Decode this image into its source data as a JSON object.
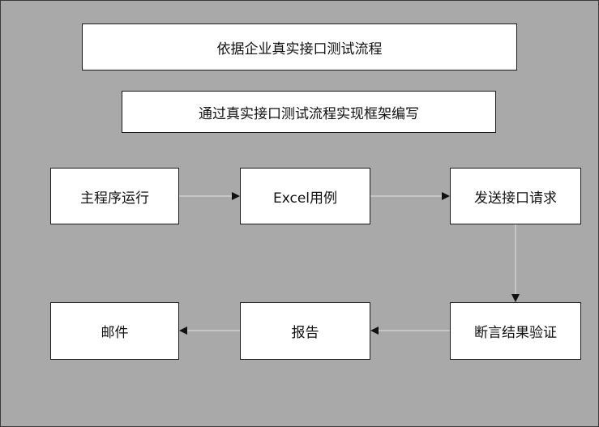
{
  "diagram": {
    "title": "依据企业真实接口测试流程",
    "subtitle": "通过真实接口测试流程实现框架编写",
    "nodes": [
      {
        "id": "n1",
        "label": "主程序运行"
      },
      {
        "id": "n2",
        "label": "Excel用例"
      },
      {
        "id": "n3",
        "label": "发送接口请求"
      },
      {
        "id": "n4",
        "label": "断言结果验证"
      },
      {
        "id": "n5",
        "label": "报告"
      },
      {
        "id": "n6",
        "label": "邮件"
      }
    ],
    "edges": [
      {
        "from": "n1",
        "to": "n2"
      },
      {
        "from": "n2",
        "to": "n3"
      },
      {
        "from": "n3",
        "to": "n4"
      },
      {
        "from": "n4",
        "to": "n5"
      },
      {
        "from": "n5",
        "to": "n6"
      }
    ],
    "colors": {
      "background": "#a9a9a9",
      "box_fill": "#ffffff",
      "box_border": "#1a1a1a",
      "connector": "#cfcfcf",
      "arrowhead": "#111111"
    }
  }
}
